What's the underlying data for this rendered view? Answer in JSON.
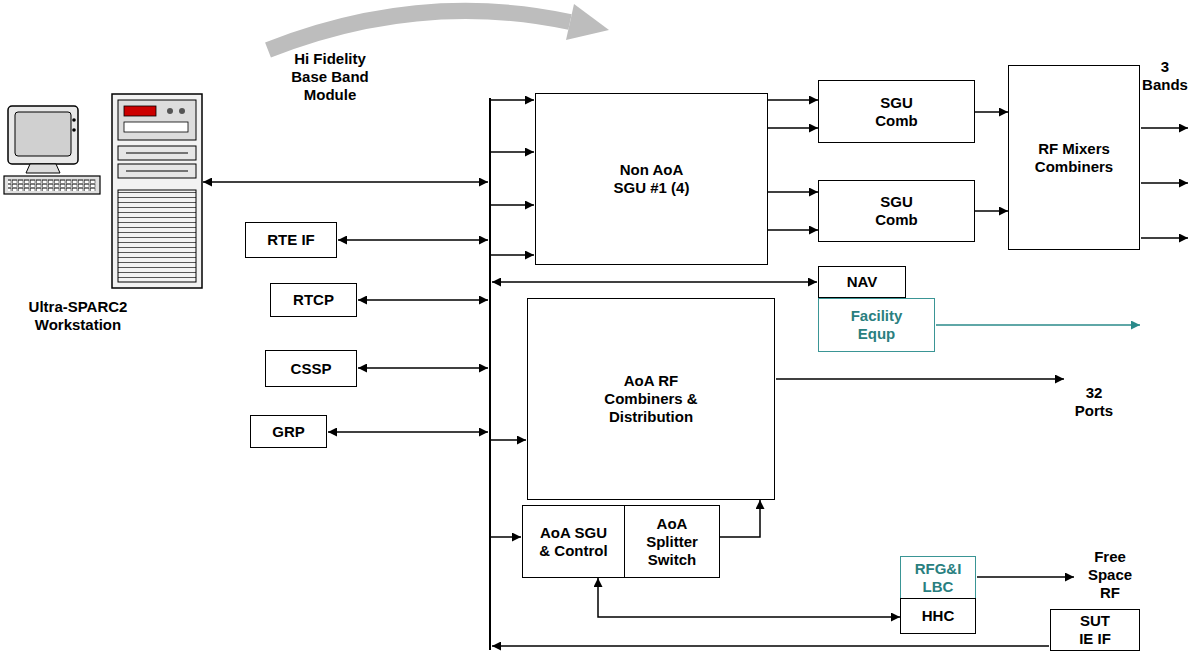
{
  "diagram": {
    "nodes": [
      {
        "text": [
          "Ultra-SPARC2 Workstation"
        ]
      },
      {
        "text": [
          "RTE IF"
        ]
      },
      {
        "text": [
          "RTCP"
        ]
      },
      {
        "text": [
          "CSSP"
        ]
      },
      {
        "text": [
          "GRP"
        ]
      },
      {
        "text": [
          "Non AoA SGU #1 (4)"
        ]
      },
      {
        "text": [
          "SGU Comb"
        ]
      },
      {
        "text": [
          "SGU Comb"
        ]
      },
      {
        "text": [
          "RF Mixers Combiners"
        ]
      },
      {
        "text": [
          "NAV"
        ]
      },
      {
        "text": [
          "Facility Equp"
        ]
      },
      {
        "text": [
          "AoA RF Combiners & Distribution"
        ]
      },
      {
        "text": [
          "AoA SGU & Control"
        ]
      },
      {
        "text": [
          "AoA Splitter Switch"
        ]
      },
      {
        "text": [
          "RFG&I LBC"
        ]
      },
      {
        "text": [
          "HHC"
        ]
      },
      {
        "text": [
          "SUT IE IF"
        ]
      }
    ],
    "edges": [
      {
        "from": 5,
        "to": 6,
        "arrow": "to"
      },
      {
        "from": 5,
        "to": 6,
        "arrow": "to"
      },
      {
        "from": 5,
        "to": 7,
        "arrow": "to"
      },
      {
        "from": 5,
        "to": 7,
        "arrow": "to"
      },
      {
        "from": 6,
        "to": 8,
        "arrow": "to"
      },
      {
        "from": 7,
        "to": 8,
        "arrow": "to"
      },
      {
        "from": 13,
        "to": 11,
        "arrow": "to"
      },
      {
        "from": 12,
        "to": 15,
        "arrow": "both"
      }
    ],
    "labels": [
      "Hi Fidelity Base Band Module",
      "3 Bands",
      "32 Ports",
      "Free Space RF"
    ]
  }
}
